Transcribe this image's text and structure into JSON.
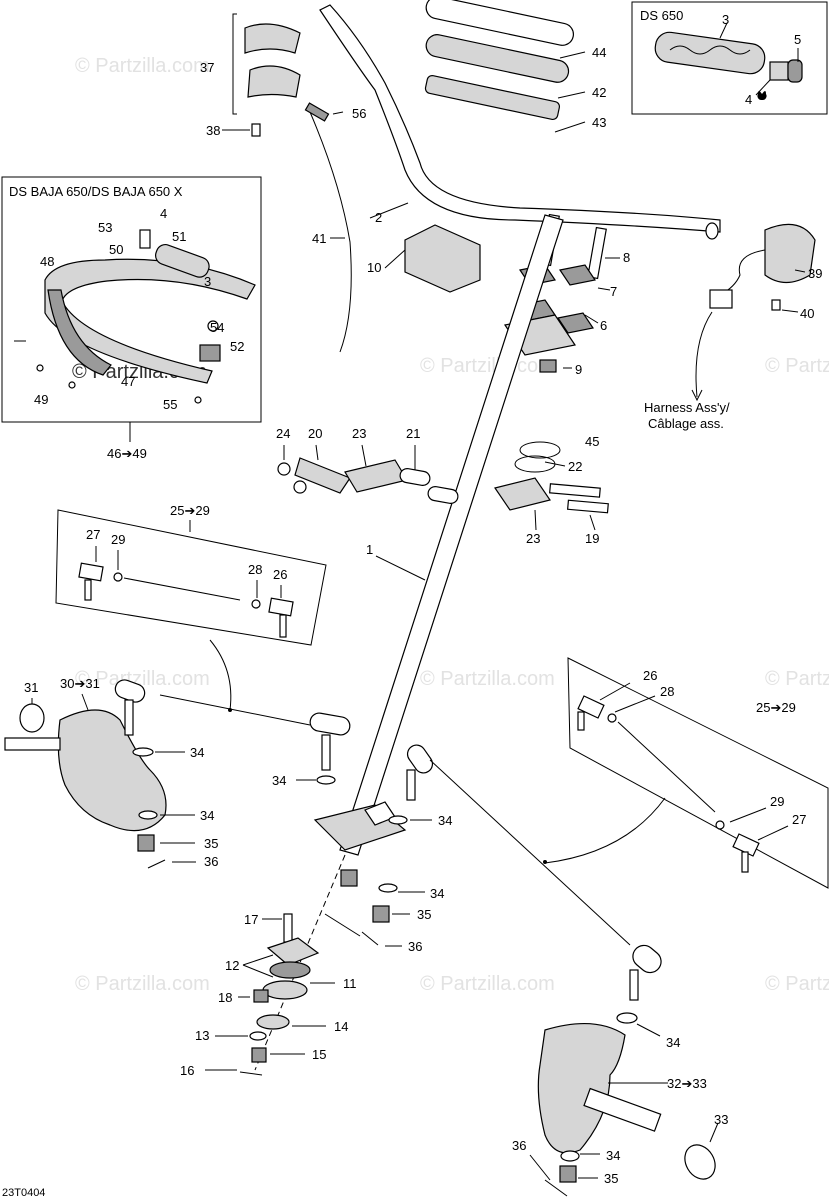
{
  "watermark": "© Partzilla.com",
  "corner_code": "23T0404",
  "boxes": {
    "ds650_title": "DS 650",
    "baja_title": "DS BAJA 650/DS BAJA 650 X",
    "baja_range": "46➔49",
    "tie_rod_upper_range": "25➔29",
    "tie_rod_right_range": "25➔29"
  },
  "harness_label": [
    "Harness Ass'y/",
    "Câblage ass."
  ],
  "callouts": {
    "c1": "1",
    "c2": "2",
    "c3a": "3",
    "c3b": "3",
    "c4a": "4",
    "c4b": "4",
    "c5": "5",
    "c6": "6",
    "c7": "7",
    "c8": "8",
    "c9": "9",
    "c10": "10",
    "c11": "11",
    "c12": "12",
    "c13": "13",
    "c14": "14",
    "c15": "15",
    "c16": "16",
    "c17": "17",
    "c18": "18",
    "c19": "19",
    "c20": "20",
    "c21": "21",
    "c22": "22",
    "c23a": "23",
    "c23b": "23",
    "c24": "24",
    "c26a": "26",
    "c26b": "26",
    "c27a": "27",
    "c27b": "27",
    "c28a": "28",
    "c28b": "28",
    "c29a": "29",
    "c29b": "29",
    "c30": "30➔31",
    "c31": "31",
    "c32": "32➔33",
    "c33": "33",
    "c34a": "34",
    "c34b": "34",
    "c34c": "34",
    "c34d": "34",
    "c34e": "34",
    "c34f": "34",
    "c34g": "34",
    "c35a": "35",
    "c35b": "35",
    "c35c": "35",
    "c36a": "36",
    "c36b": "36",
    "c36c": "36",
    "c37": "37",
    "c38": "38",
    "c39": "39",
    "c40": "40",
    "c41": "41",
    "c42": "42",
    "c43": "43",
    "c44": "44",
    "c45": "45",
    "c47": "47",
    "c48": "48",
    "c49": "49",
    "c50": "50",
    "c51": "51",
    "c52": "52",
    "c53": "53",
    "c54": "54",
    "c55": "55",
    "c56": "56"
  }
}
